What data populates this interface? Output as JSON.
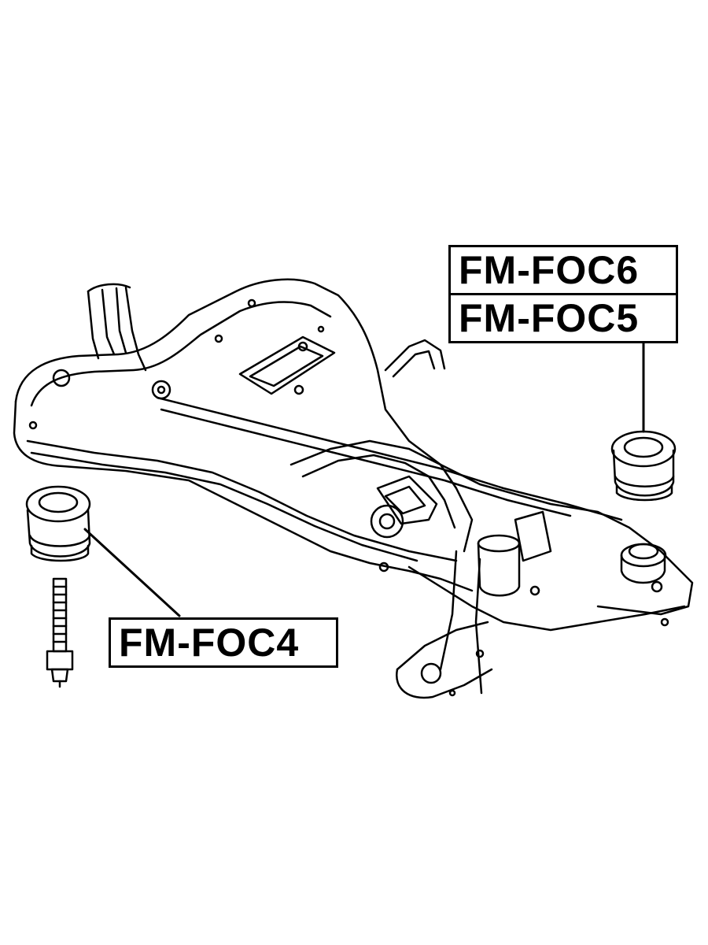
{
  "callouts": {
    "top_right": [
      "FM-FOC6",
      "FM-FOC5"
    ],
    "bottom_left": "FM-FOC4"
  },
  "colors": {
    "line": "#000000",
    "background": "#ffffff"
  }
}
